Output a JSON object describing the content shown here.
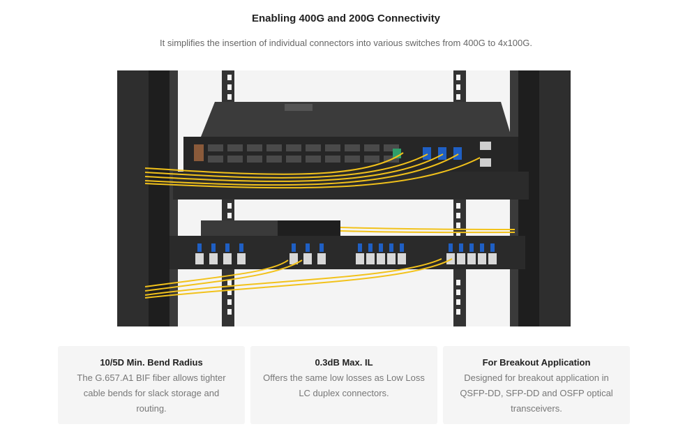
{
  "header": {
    "title": "Enabling 400G and 200G Connectivity",
    "subtitle": "It simplifies the insertion of individual connectors into various switches from 400G to 4x100G."
  },
  "features": [
    {
      "title": "10/5D Min. Bend Radius",
      "description": "The G.657.A1 BIF fiber allows tighter cable bends for slack storage and routing."
    },
    {
      "title": "0.3dB Max. IL",
      "description": "Offers the same low losses as Low Loss LC duplex connectors."
    },
    {
      "title": "For Breakout Application",
      "description": "Designed for breakout application in QSFP-DD, SFP-DD and OSFP optical transceivers."
    }
  ],
  "colors": {
    "fiber": "#f2c21b",
    "connector_blue": "#1f5fc4",
    "rack": "#2a2a2a",
    "card_bg": "#f5f5f5"
  }
}
